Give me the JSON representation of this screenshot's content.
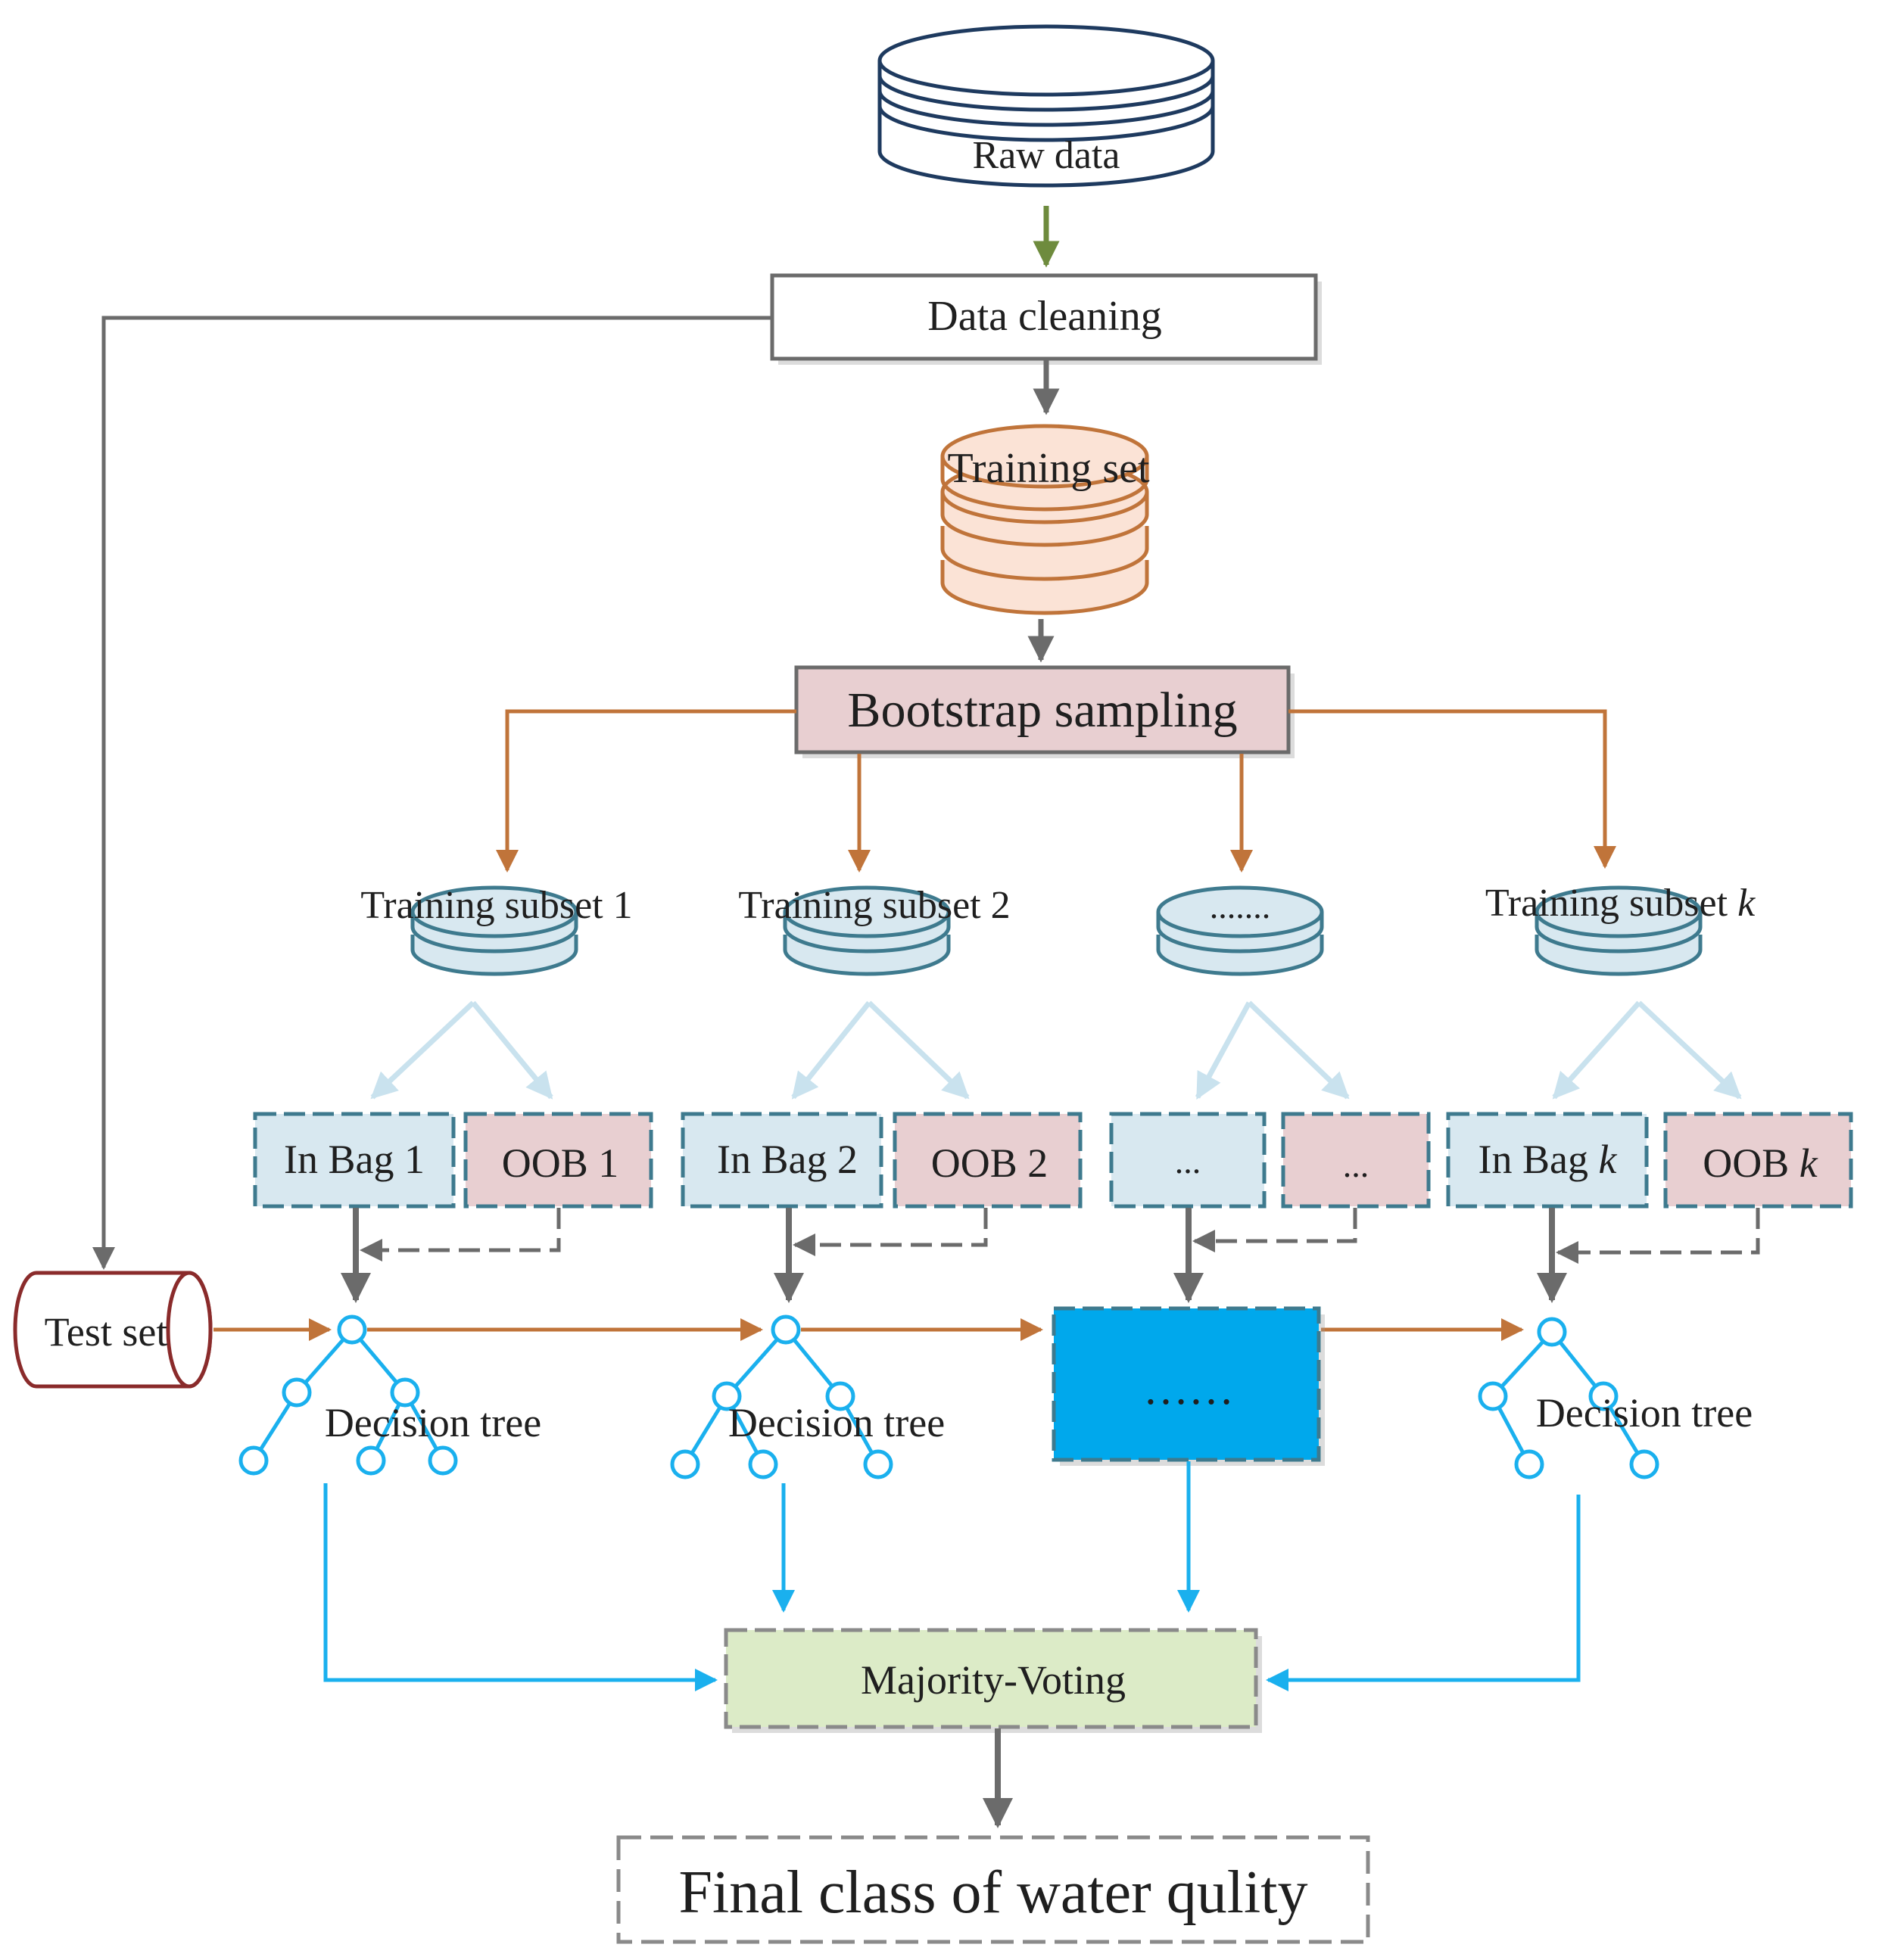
{
  "nodes": {
    "raw_data": "Raw data",
    "data_cleaning": "Data cleaning",
    "training_set": "Training set",
    "bootstrap_sampling": "Bootstrap sampling",
    "subset_1": "Training subset 1",
    "subset_2": "Training subset 2",
    "subset_ellipsis": ".......",
    "subset_k_prefix": "Training subset ",
    "in_bag_1": "In Bag 1",
    "oob_1": "OOB 1",
    "in_bag_2": "In Bag 2",
    "oob_2": "OOB 2",
    "in_bag_ellipsis": "...",
    "oob_ellipsis": "...",
    "in_bag_k_prefix": "In Bag ",
    "oob_k_prefix": "OOB ",
    "k": "k",
    "test_set": "Test set",
    "decision_tree_1": "Decision tree",
    "decision_tree_2": "Decision tree",
    "decision_tree_ellipsis": "……",
    "decision_tree_k": "Decision tree",
    "majority_voting": "Majority-Voting",
    "final_class": "Final class of water qulity"
  },
  "colors": {
    "gray_arrow": "#6b6b6b",
    "green_arrow": "#6e8b3d",
    "orange_arrow": "#c0743a",
    "light_blue_arrow": "#c9e2ee",
    "cyan_arrow": "#1ab0ee",
    "navy_outline": "#1e3a5f",
    "teal_outline": "#3e7a8e",
    "peach_fill": "#fbe3d6",
    "pink_fill": "#e8cfd1",
    "light_blue_fill": "#d8e8f0",
    "bright_blue_fill": "#00a8ec",
    "green_fill": "#dcebc7",
    "test_set_outline": "#8a2b2b"
  }
}
